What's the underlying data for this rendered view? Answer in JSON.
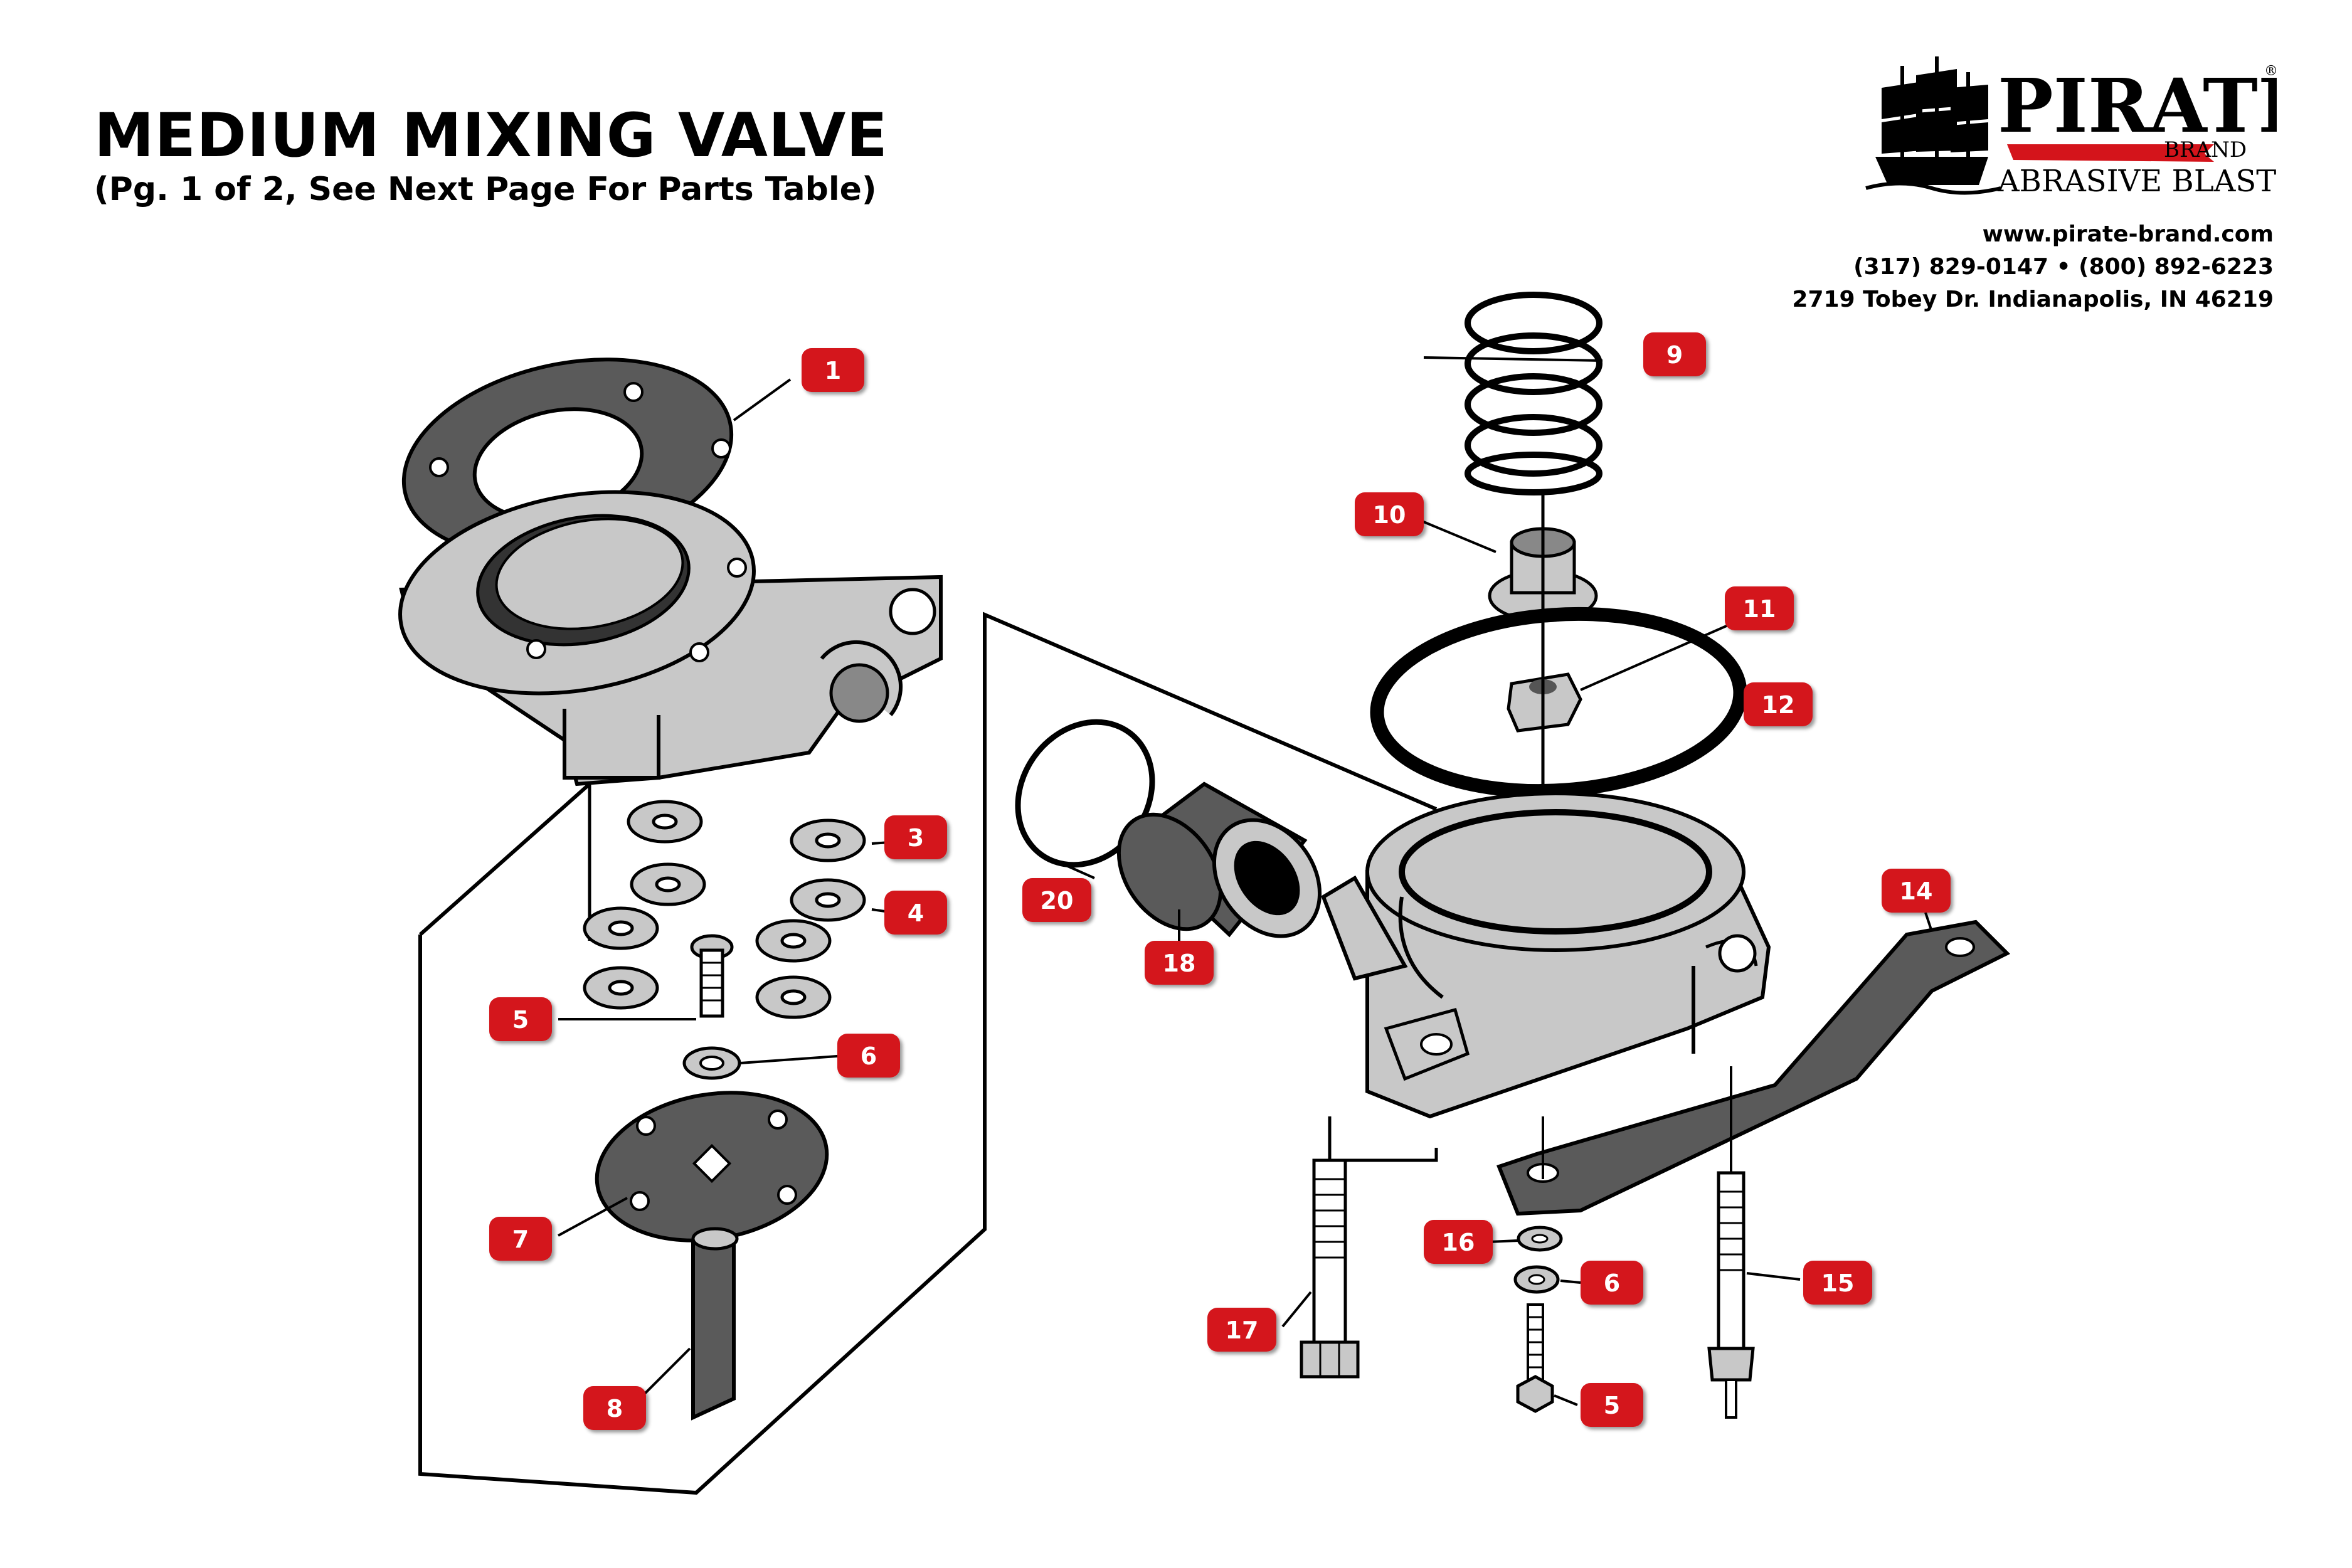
{
  "header": {
    "title": "MEDIUM MIXING VALVE",
    "subtitle": "(Pg. 1 of 2, See Next Page For Parts Table)"
  },
  "logo": {
    "name": "PIRATE",
    "registered": "®",
    "brand": "BRAND",
    "tagline": "ABRASIVE BLASTING",
    "icon": "pirate-ship-icon"
  },
  "contact": {
    "website": "www.pirate-brand.com",
    "phones": "(317) 829-0147 • (800) 892-6223",
    "address": "2719 Tobey Dr. Indianapolis, IN 46219"
  },
  "colors": {
    "callout": "#d4141b",
    "part_fill": "#c8c8c8",
    "part_dark": "#5a5a5a",
    "ink": "#000000"
  },
  "callouts": [
    "1",
    "3",
    "4",
    "5",
    "6",
    "7",
    "8",
    "9",
    "10",
    "11",
    "12",
    "14",
    "15",
    "16",
    "6",
    "5",
    "17",
    "18",
    "20"
  ]
}
